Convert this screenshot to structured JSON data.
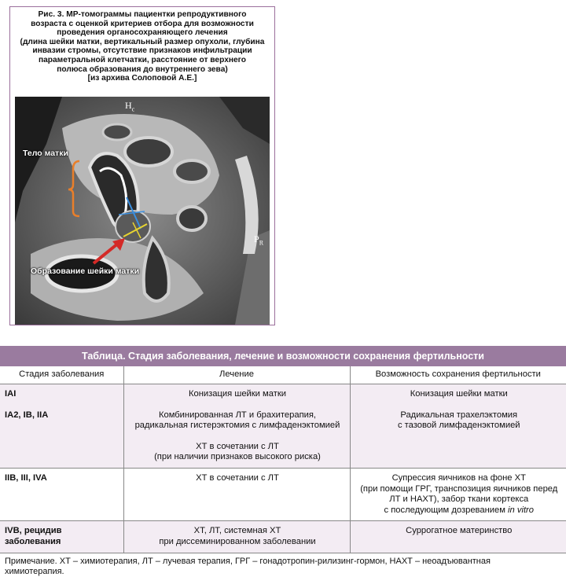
{
  "figure": {
    "caption_lines": [
      "Рис. 3. МР-томограммы пациентки репродуктивного",
      "возраста с оценкой критериев отбора для возможности",
      "проведения органосохраняющего лечения",
      "(длина шейки матки, вертикальный размер опухоли, глубина",
      "инвазии стромы, отсутствие признаков инфильтрации",
      "параметральной клетчатки, расстояние от верхнего",
      "полюса образования до внутреннего зева)",
      "[из архива Солоповой А.Е.]"
    ],
    "labels": {
      "uterus_body": "Тело матки",
      "cervix_mass": "Образование шейки матки",
      "letter_top": "Н",
      "letter_top_sub": "с",
      "letter_right": "Р",
      "letter_right_sub": "R"
    },
    "colors": {
      "bracket": "#e97f2a",
      "arrow": "#d42a27",
      "blue_line": "#3a8fe0",
      "yellow_line": "#e8d430"
    }
  },
  "table": {
    "title": "Таблица. Стадия заболевания, лечение и возможности сохранения фертильности",
    "headers": [
      "Стадия заболевания",
      "Лечение",
      "Возможность сохранения фертильности"
    ],
    "rows": [
      {
        "stage": [
          "IAI",
          "",
          "",
          "IA2, IB, IIA"
        ],
        "treatment": [
          "Конизация шейки матки",
          "",
          "",
          "Комбинированная ЛТ и брахитерапия,",
          "радикальная гистерэктомия с лимфаденэктомией",
          "",
          "ХТ в сочетании с ЛТ",
          "(при наличии признаков высокого риска)"
        ],
        "fertility": [
          "Конизация шейки матки",
          "",
          "",
          "Радикальная трахелэктомия",
          "с тазовой лимфаденэктомией"
        ]
      },
      {
        "stage": [
          "IIB, III, IVA"
        ],
        "treatment": [
          "ХТ в сочетании с ЛТ"
        ],
        "fertility": [
          "Супрессия яичников на фоне ХТ",
          "(при помощи ГРГ, транспозиция яичников перед",
          "ЛТ и НАХТ), забор ткани кортекса",
          "с последующим дозреванием"
        ],
        "fertility_italic": "in vitro"
      },
      {
        "stage": [
          "IVB, рецидив",
          "заболевания"
        ],
        "treatment": [
          "ХТ, ЛТ, системная ХТ",
          "при диссеминированном заболевании"
        ],
        "fertility": [
          "Суррогатное материнство"
        ]
      }
    ],
    "note_lines": [
      "Примечание. ХТ – химиотерапия, ЛТ – лучевая терапия, ГРГ – гонадотропин-рилизинг-гормон, НАХТ – неоадъювантная",
      "химиотерапия."
    ]
  }
}
